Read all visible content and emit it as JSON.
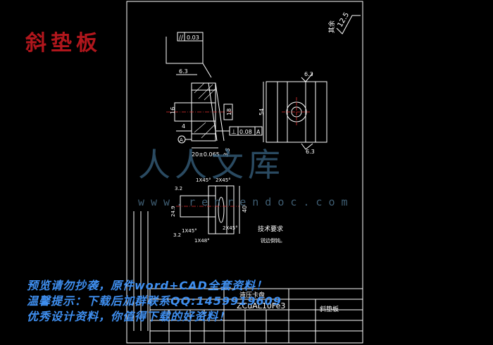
{
  "overlay": {
    "title": "斜垫板"
  },
  "roughness": {
    "label": "其余",
    "value": "12.5"
  },
  "tolerance_frames": {
    "parallel_symbol": "//",
    "parallel_value": "0.03",
    "perp_symbol": "⊥",
    "perp_value": "0.08",
    "perp_datum": "A"
  },
  "dimensions": {
    "d_6_3_top": "6.3",
    "d_6_3_right": "6.3",
    "d_6_3_bottom": "6.3",
    "d_54": "54",
    "d_16": "16",
    "d_18": "18",
    "d_4": "4",
    "d_20": "20±0.065",
    "d_35": "3.5",
    "d_3_2": "3.2",
    "d_1x45_a": "1X45°",
    "d_2x45_a": "2X45°",
    "d_1x45_b": "1X45°",
    "d_2x45_b": "2X45°",
    "d_1x48": "1X48°",
    "d_40": "40",
    "d_24": "24.9",
    "datum_A": "A"
  },
  "notes": {
    "heading": "技术要求",
    "item1": "锐边倒钝。"
  },
  "title_block": {
    "assembly": "液压卡盘",
    "material": "ZCuAL10Fe3",
    "part_name": "斜垫板"
  },
  "watermark": {
    "logo": "人人文库",
    "url": "www.renrendoc.com"
  },
  "promo": {
    "line1": "预览请勿抄袭，原件word+CAD全套资料！",
    "line2": "温馨提示：下载后加群联系QQ:1459919609",
    "line3": "优秀设计资料，你值得下载的好资料！"
  }
}
